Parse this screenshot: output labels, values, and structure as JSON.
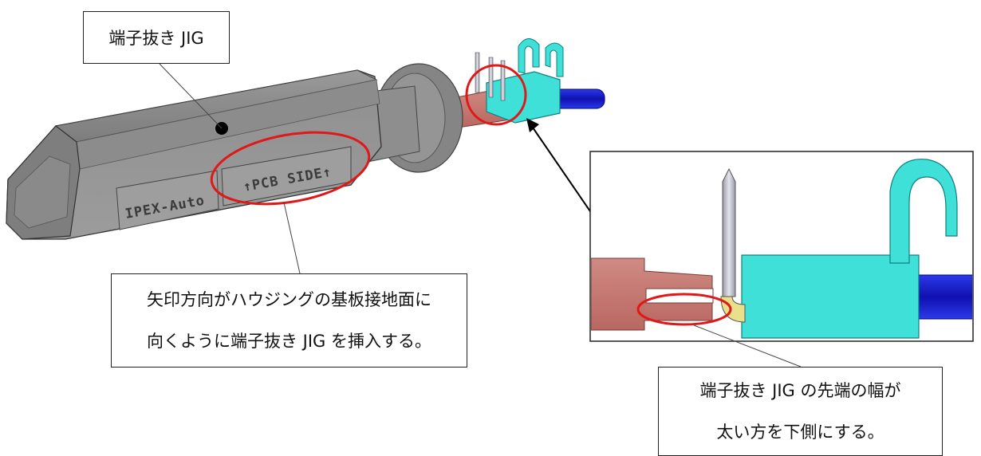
{
  "callouts": {
    "title": "端子抜き JIG",
    "main_line1": "矢印方向がハウジングの基板接地面に",
    "main_line2": "向くように端子抜き JIG を挿入する。",
    "tip_line1": "端子抜き JIG の先端の幅が",
    "tip_line2": "太い方を下側にする。"
  },
  "handle": {
    "engraving_brand": "IPEX-Auto",
    "engraving_side": "↑PCB SIDE↑"
  },
  "colors": {
    "handle_grey": "#8a8a8a",
    "blade_red": "#c97a72",
    "housing_cyan": "#3ee0d8",
    "cable_blue": "#1a22d8",
    "marker_red": "#e01818",
    "pin_silver": "#c0c0d0"
  }
}
